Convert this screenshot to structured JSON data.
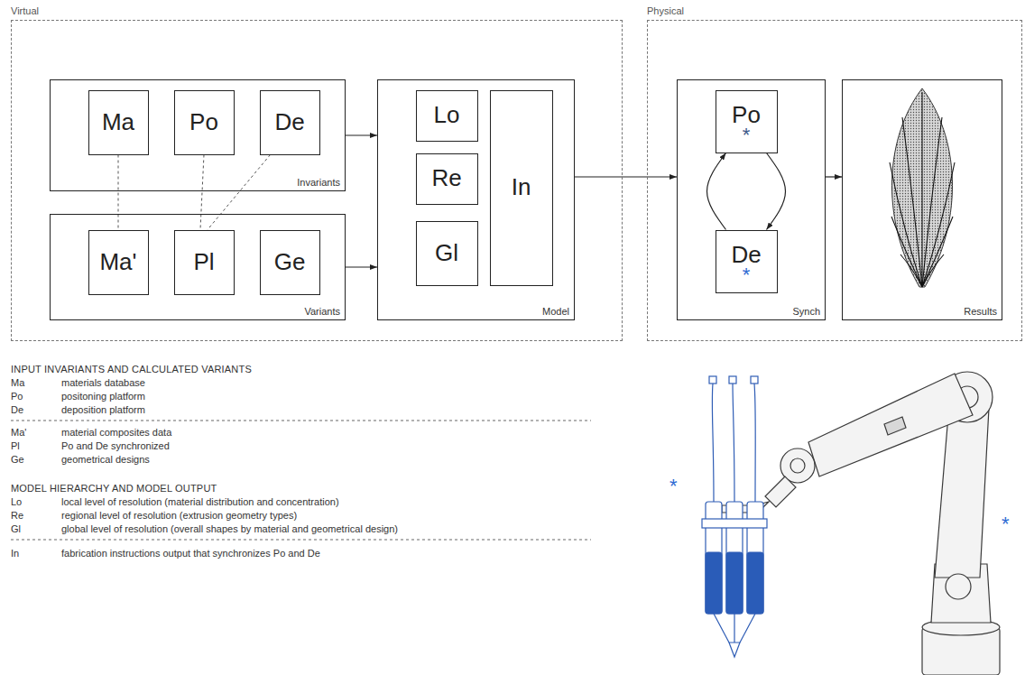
{
  "diagram": {
    "nodes": [
      {
        "text": [
          "Virtual"
        ]
      },
      {
        "text": [
          "Invariants"
        ],
        "in": 0
      },
      {
        "text": [
          "Ma"
        ],
        "in": 1
      },
      {
        "text": [
          "Po"
        ],
        "in": 1
      },
      {
        "text": [
          "De"
        ],
        "in": 1
      },
      {
        "text": [
          "Variants"
        ],
        "in": 0
      },
      {
        "text": [
          "Ma'"
        ],
        "in": 5
      },
      {
        "text": [
          "Pl"
        ],
        "in": 5
      },
      {
        "text": [
          "Ge"
        ],
        "in": 5
      },
      {
        "text": [
          "Model"
        ],
        "in": 0
      },
      {
        "text": [
          "Lo"
        ],
        "in": 9
      },
      {
        "text": [
          "Re"
        ],
        "in": 9
      },
      {
        "text": [
          "Gl"
        ],
        "in": 9
      },
      {
        "text": [
          "In"
        ],
        "in": 9
      },
      {
        "text": [
          "Physical"
        ]
      },
      {
        "text": [
          "Synch"
        ],
        "in": 14
      },
      {
        "text": [
          "Po",
          "*"
        ],
        "in": 15
      },
      {
        "text": [
          "De",
          "*"
        ],
        "in": 15
      },
      {
        "text": [
          "Results"
        ],
        "in": 14
      }
    ],
    "edges": [
      {
        "from": 1,
        "to": 9,
        "arrow": "to"
      },
      {
        "from": 5,
        "to": 9,
        "arrow": "to"
      },
      {
        "from": 9,
        "to": 15,
        "arrow": "to"
      },
      {
        "from": 15,
        "to": 18,
        "arrow": "to"
      },
      {
        "from": 16,
        "to": 17,
        "arrow": "to"
      },
      {
        "from": 17,
        "to": 16,
        "arrow": "to"
      },
      {
        "from": 2,
        "to": 6,
        "arrow": "none"
      },
      {
        "from": 3,
        "to": 7,
        "arrow": "none"
      },
      {
        "from": 4,
        "to": 7,
        "arrow": "none"
      }
    ],
    "labels": [
      "INPUT INVARIANTS AND CALCULATED VARIANTS",
      "Ma",
      "materials database",
      "Po",
      "positoning platform",
      "De",
      "deposition platform",
      "Ma'",
      "material composites data",
      "Pl",
      "Po and De synchronized",
      "Ge",
      "geometrical designs",
      "MODEL HIERARCHY AND MODEL OUTPUT",
      "Lo",
      "local level of resolution (material distribution and concentration)",
      "Re",
      "regional level of resolution (extrusion geometry types)",
      "Gl",
      "global level of resolution (overall shapes by material and geometrical design)",
      "In",
      "fabrication instructions output that synchronizes Po and De",
      "*",
      "*"
    ]
  }
}
